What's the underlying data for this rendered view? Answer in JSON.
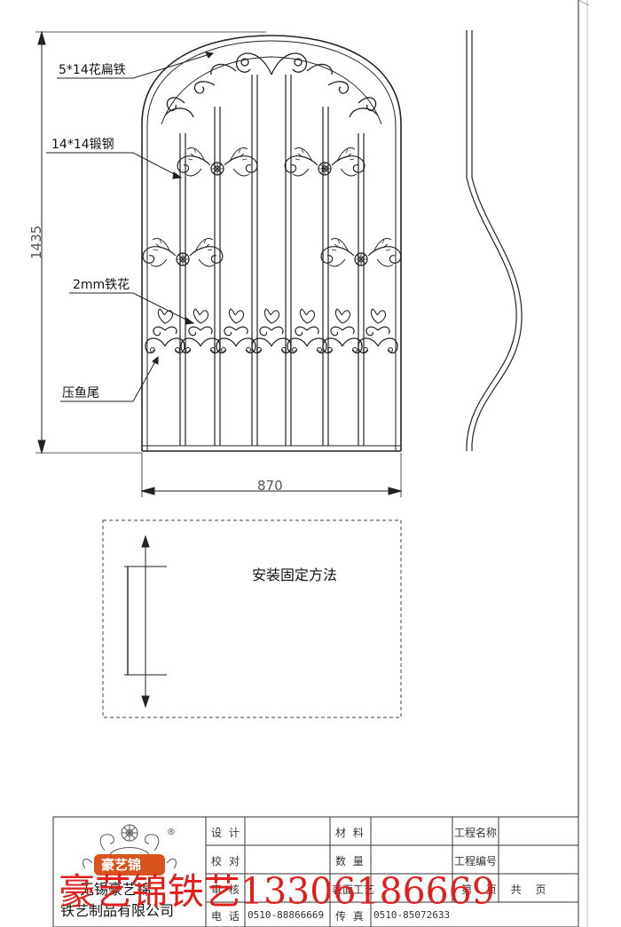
{
  "callouts": {
    "flat_iron": "5*14花扁铁",
    "forged_steel": "14*14锻钢",
    "iron_flower": "2mm铁花",
    "fishtail": "压鱼尾"
  },
  "dimensions": {
    "height": "1435",
    "width": "870"
  },
  "install": {
    "title": "安装固定方法"
  },
  "title_block": {
    "logo_text": "豪艺锦",
    "registered_mark": "®",
    "company_line1": "无锡豪艺锦",
    "company_line2": "铁艺制品有限公司",
    "design_label": "设 计",
    "check_label": "校 对",
    "review_label": "审 核",
    "phone_label": "电 话",
    "phone_value": "0510-88866669",
    "material_label": "材 料",
    "quantity_label": "数 量",
    "surface_label": "表面工艺",
    "fax_label": "传 真",
    "fax_value": "0510-85072633",
    "project_name_label": "工程名称",
    "project_number_label": "工程编号",
    "page_label": "第 页 共 页"
  },
  "watermark": "豪艺锦铁艺13306186669"
}
